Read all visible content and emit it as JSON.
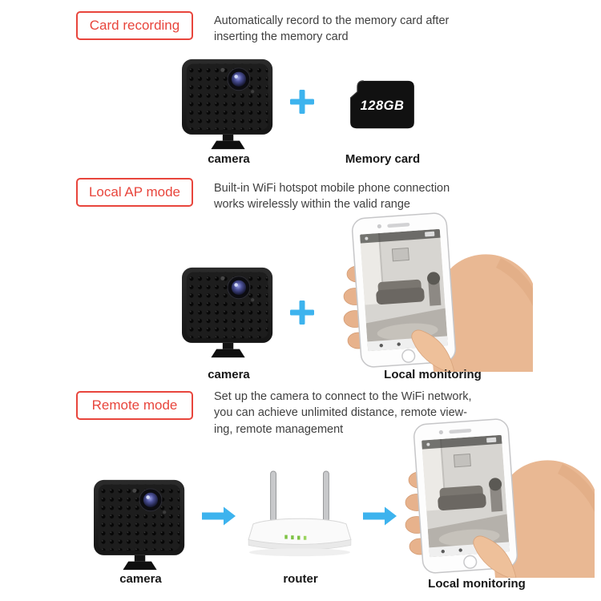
{
  "palette": {
    "badge_red": "#e8453c",
    "arrow_blue": "#3db3ee",
    "text_dark": "#3f3f3f",
    "caption_dark": "#171717"
  },
  "sections": [
    {
      "badge": "Card recording",
      "desc_lines": [
        "Automatically record to the memory card after",
        "inserting the memory card"
      ],
      "captions": {
        "camera": "camera",
        "partner": "Memory card"
      },
      "sd_label": "128GB"
    },
    {
      "badge": "Local AP mode",
      "desc_lines": [
        "Built-in WiFi hotspot mobile phone connection",
        "works wirelessly within the valid range"
      ],
      "captions": {
        "camera": "camera",
        "partner": "Local monitoring"
      }
    },
    {
      "badge": "Remote mode",
      "desc_lines": [
        "Set up the camera to connect to the WiFi network,",
        "you can achieve unlimited distance, remote view-",
        "ing, remote management"
      ],
      "captions": {
        "camera": "camera",
        "router": "router",
        "partner": "Local monitoring"
      }
    }
  ]
}
